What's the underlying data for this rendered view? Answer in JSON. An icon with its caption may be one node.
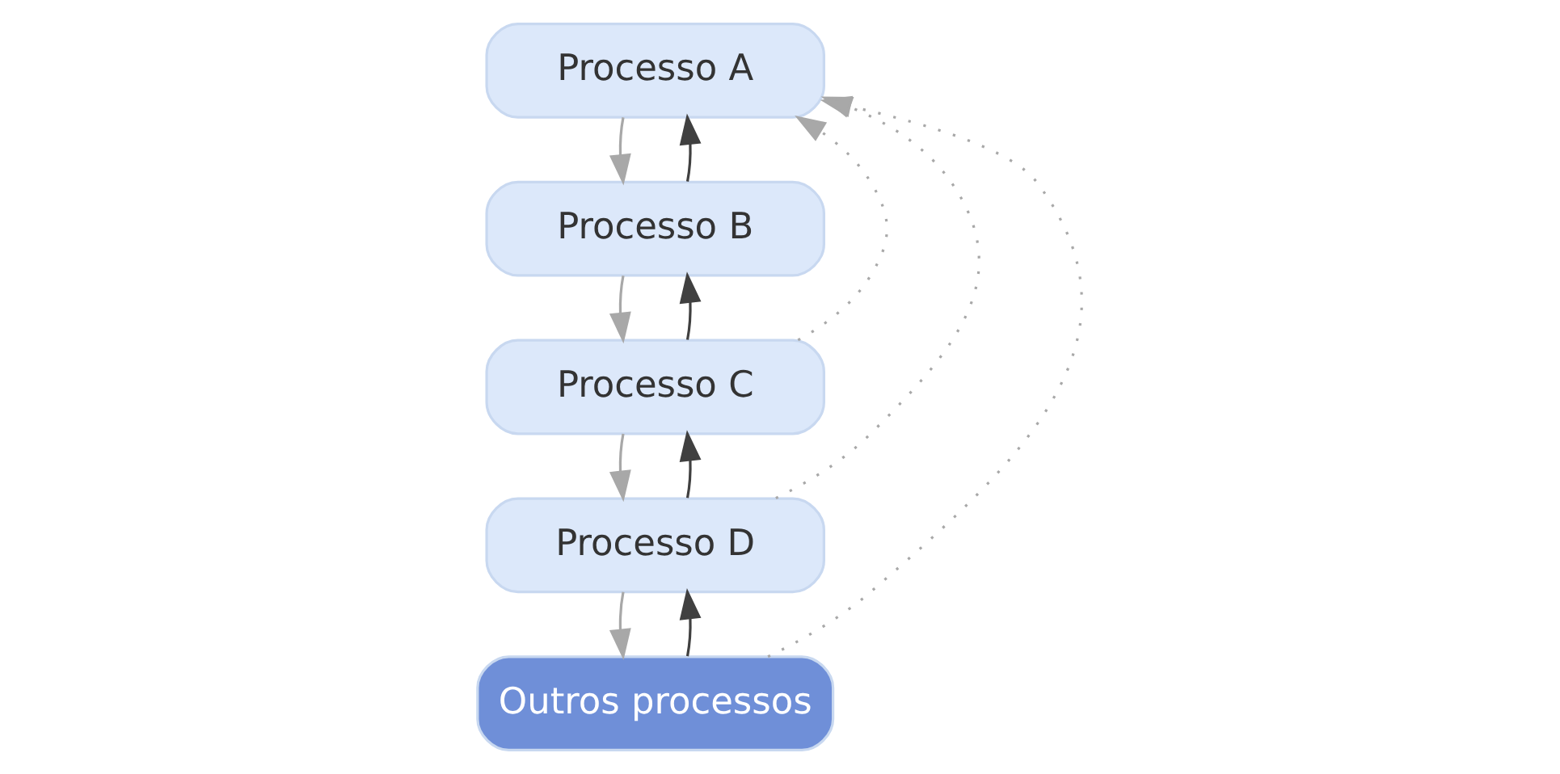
{
  "diagram": {
    "nodes": [
      {
        "text": [
          "Processo A"
        ]
      },
      {
        "text": [
          "Processo B"
        ]
      },
      {
        "text": [
          "Processo C"
        ]
      },
      {
        "text": [
          "Processo D"
        ]
      },
      {
        "text": [
          "Outros processos"
        ]
      }
    ],
    "edges": [
      {
        "from": 0,
        "to": 1,
        "arrow": "to",
        "color": "#a8a8a8"
      },
      {
        "from": 1,
        "to": 2,
        "arrow": "to",
        "color": "#a8a8a8"
      },
      {
        "from": 2,
        "to": 3,
        "arrow": "to",
        "color": "#a8a8a8"
      },
      {
        "from": 3,
        "to": 4,
        "arrow": "to",
        "color": "#a8a8a8"
      },
      {
        "from": 1,
        "to": 0,
        "arrow": "to",
        "color": "#404040"
      },
      {
        "from": 2,
        "to": 1,
        "arrow": "to",
        "color": "#404040"
      },
      {
        "from": 3,
        "to": 2,
        "arrow": "to",
        "color": "#404040"
      },
      {
        "from": 4,
        "to": 3,
        "arrow": "to",
        "color": "#404040"
      },
      {
        "from": 2,
        "to": 0,
        "arrow": "to",
        "style": "dashed",
        "color": "#a8a8a8"
      },
      {
        "from": 3,
        "to": 0,
        "arrow": "to",
        "style": "dashed",
        "color": "#a8a8a8"
      },
      {
        "from": 4,
        "to": 0,
        "arrow": "to",
        "style": "dashed",
        "color": "#a8a8a8"
      }
    ]
  }
}
